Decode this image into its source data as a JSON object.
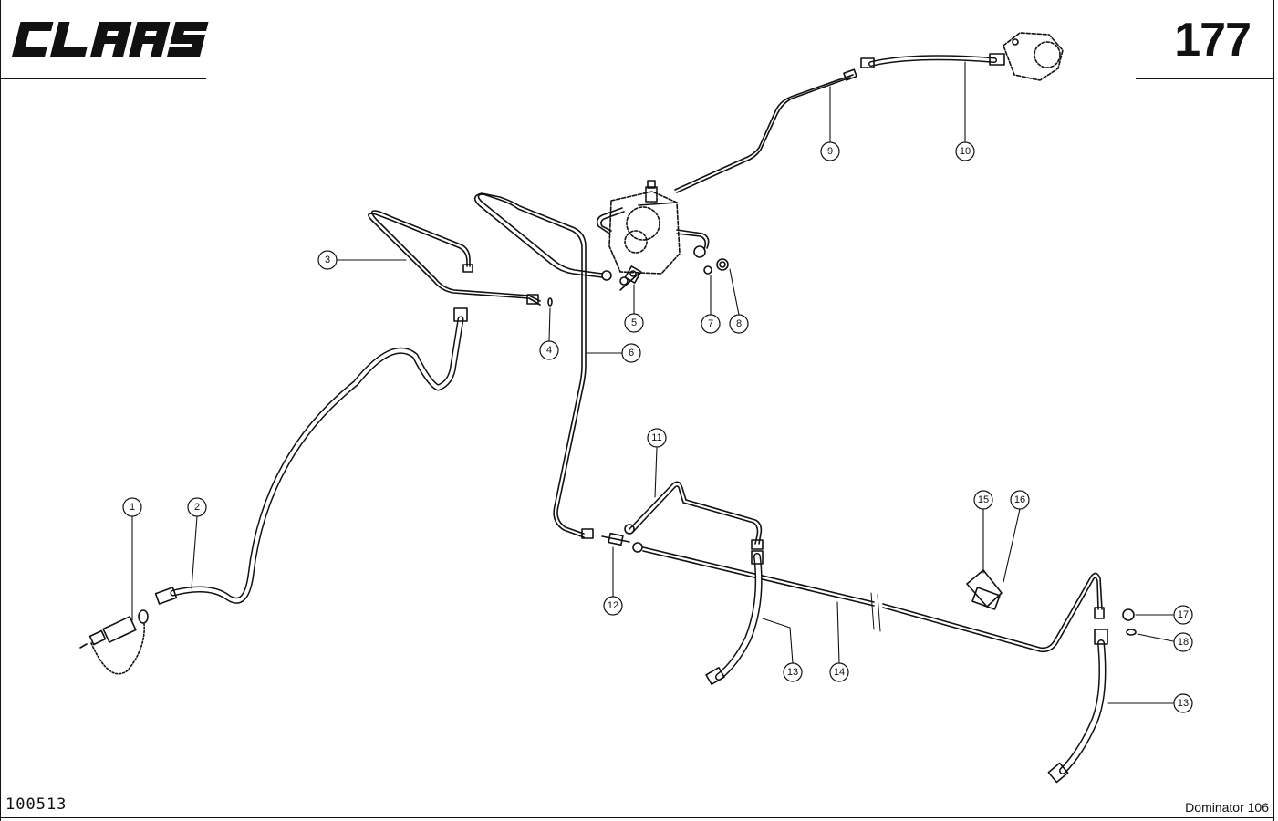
{
  "header": {
    "brand": "CLAAS",
    "page_number": "177"
  },
  "footer": {
    "drawing_number": "100513",
    "model": "Dominator 106"
  },
  "colors": {
    "ink": "#111111",
    "paper": "#ffffff"
  },
  "callouts": {
    "c1": "1",
    "c2": "2",
    "c3": "3",
    "c4": "4",
    "c5": "5",
    "c6": "6",
    "c7": "7",
    "c8": "8",
    "c9": "9",
    "c10": "10",
    "c11": "11",
    "c12": "12",
    "c13a": "13",
    "c13b": "13",
    "c14": "14",
    "c15": "15",
    "c16": "16",
    "c17": "17",
    "c18": "18"
  }
}
